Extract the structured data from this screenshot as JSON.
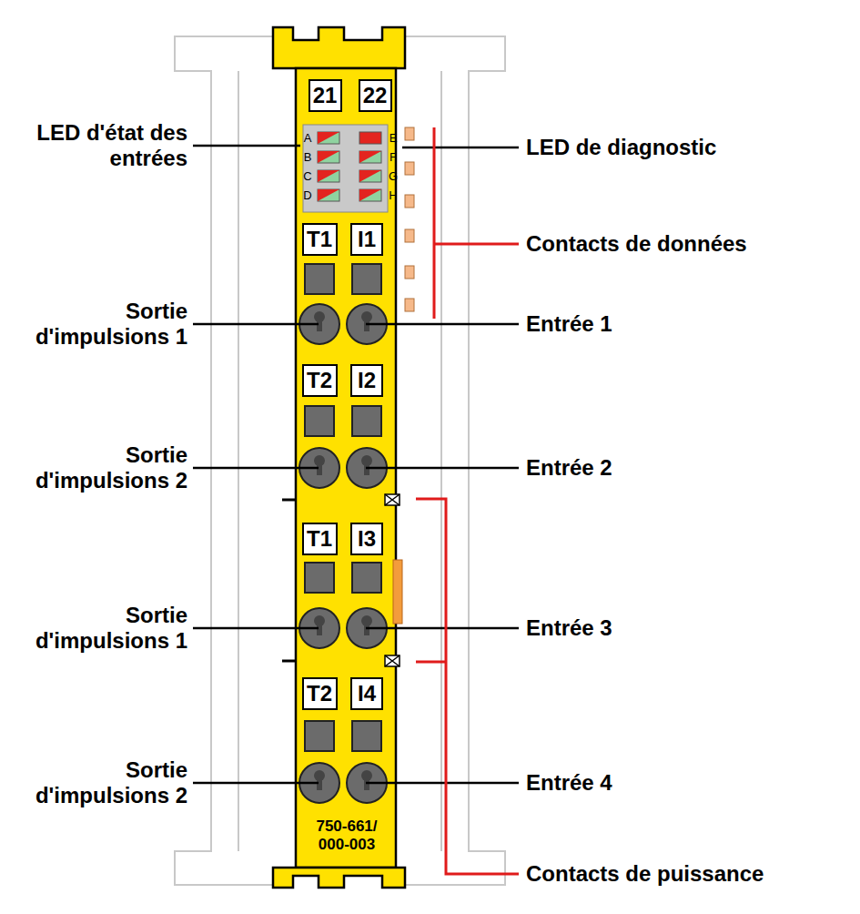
{
  "diagram": {
    "nodes": [
      {
        "text": [
          "21"
        ]
      },
      {
        "text": [
          "22"
        ]
      },
      {
        "text": [
          "T1"
        ]
      },
      {
        "text": [
          "I1"
        ]
      },
      {
        "text": [
          "T2"
        ]
      },
      {
        "text": [
          "I2"
        ]
      },
      {
        "text": [
          "T1"
        ]
      },
      {
        "text": [
          "I3"
        ]
      },
      {
        "text": [
          "T2"
        ]
      },
      {
        "text": [
          "I4"
        ]
      }
    ],
    "labels": [
      "LED d'état des entrées",
      "A",
      "B",
      "C",
      "D",
      "E",
      "F",
      "G",
      "H",
      "LED de diagnostic",
      "Contacts de données",
      "Sortie d'impulsions 1",
      "Entrée 1",
      "Sortie d'impulsions 2",
      "Entrée 2",
      "Sortie d'impulsions 1",
      "Entrée 3",
      "Sortie d'impulsions 2",
      "Entrée 4",
      "750-661/ 000-003",
      "Contacts de puissance"
    ]
  }
}
